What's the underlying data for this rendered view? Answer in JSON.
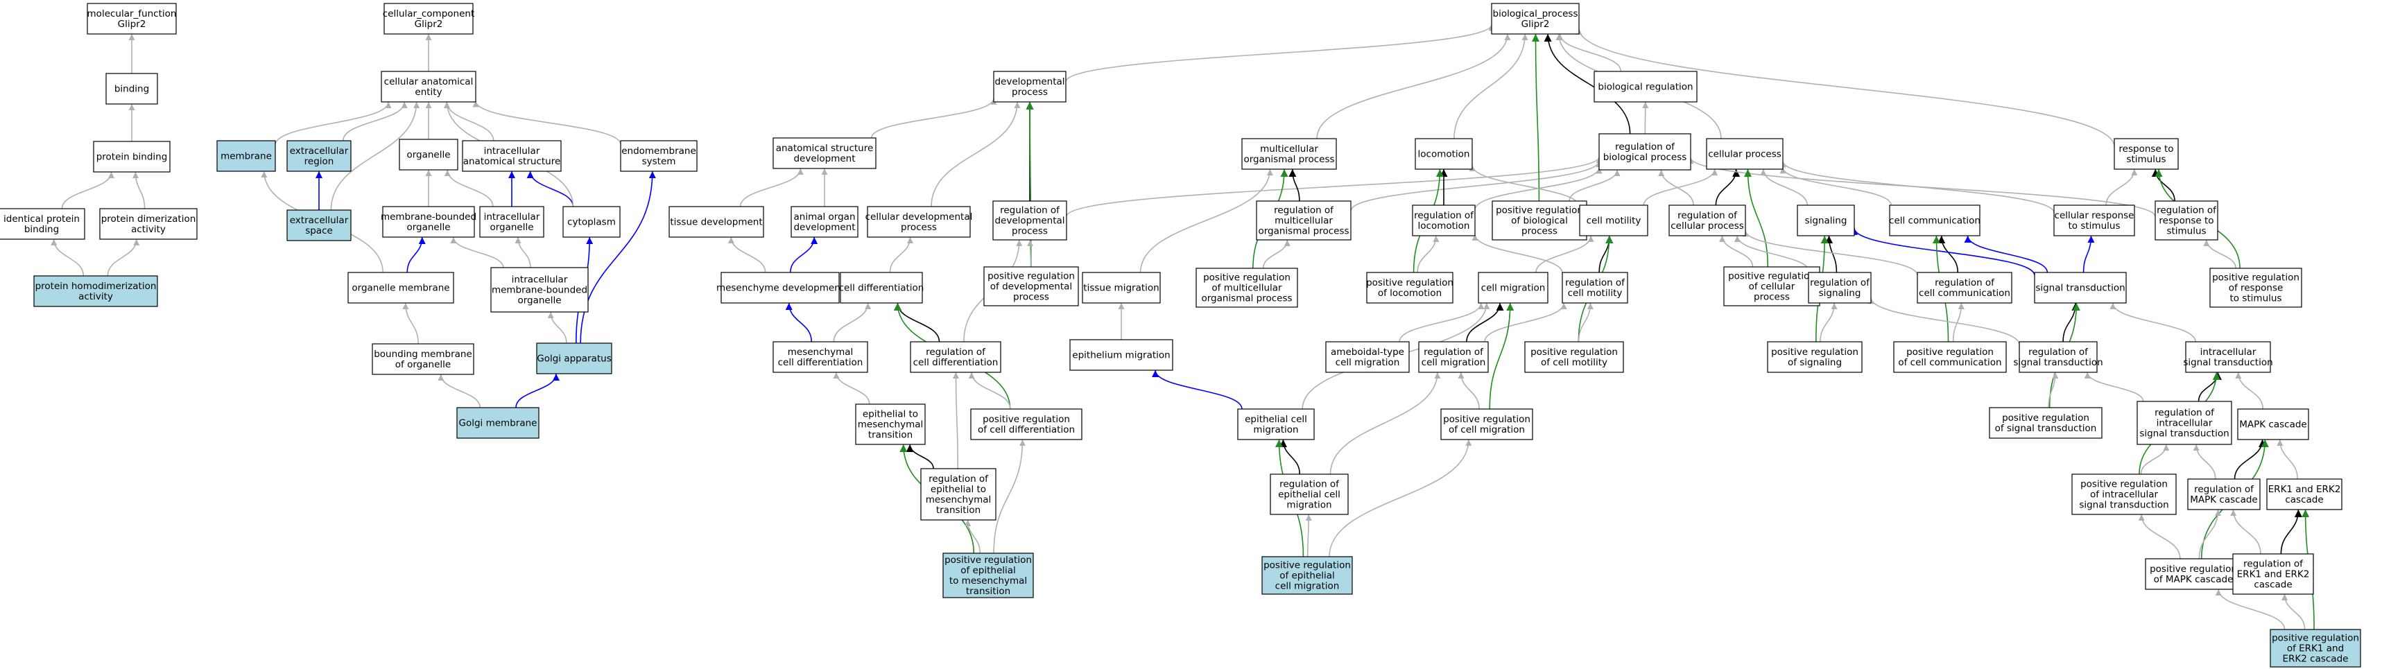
{
  "colors": {
    "default_fill": "#ffffff",
    "highlight_fill": "#add8e6",
    "edge_is_a": "#b0b0b0",
    "edge_part_of": "#0000ff",
    "edge_regulates": "#000000",
    "edge_pos_regulates": "#228b22"
  },
  "nodes": [
    {
      "id": "mf",
      "lines": [
        "molecular_function",
        "Glipr2"
      ],
      "hl": false
    },
    {
      "id": "binding",
      "lines": [
        "binding"
      ],
      "hl": false
    },
    {
      "id": "protbind",
      "lines": [
        "protein binding"
      ],
      "hl": false
    },
    {
      "id": "identprot",
      "lines": [
        "identical protein",
        "binding"
      ],
      "hl": false
    },
    {
      "id": "protdimer",
      "lines": [
        "protein dimerization",
        "activity"
      ],
      "hl": false
    },
    {
      "id": "homodimer",
      "lines": [
        "protein homodimerization",
        "activity"
      ],
      "hl": true
    },
    {
      "id": "cc",
      "lines": [
        "cellular_component",
        "Glipr2"
      ],
      "hl": false
    },
    {
      "id": "cae",
      "lines": [
        "cellular anatomical",
        "entity"
      ],
      "hl": false
    },
    {
      "id": "membrane",
      "lines": [
        "membrane"
      ],
      "hl": true
    },
    {
      "id": "extreg",
      "lines": [
        "extracellular",
        "region"
      ],
      "hl": true
    },
    {
      "id": "extspace",
      "lines": [
        "extracellular",
        "space"
      ],
      "hl": true
    },
    {
      "id": "organelle",
      "lines": [
        "organelle"
      ],
      "hl": false
    },
    {
      "id": "ias",
      "lines": [
        "intracellular",
        "anatomical structure"
      ],
      "hl": false
    },
    {
      "id": "endomem",
      "lines": [
        "endomembrane",
        "system"
      ],
      "hl": false
    },
    {
      "id": "mbo",
      "lines": [
        "membrane-bounded",
        "organelle"
      ],
      "hl": false
    },
    {
      "id": "icorg",
      "lines": [
        "intracellular",
        "organelle"
      ],
      "hl": false
    },
    {
      "id": "cytoplasm",
      "lines": [
        "cytoplasm"
      ],
      "hl": false
    },
    {
      "id": "orgmem",
      "lines": [
        "organelle membrane"
      ],
      "hl": false
    },
    {
      "id": "imbo",
      "lines": [
        "intracellular",
        "membrane-bounded",
        "organelle"
      ],
      "hl": false
    },
    {
      "id": "boundmem",
      "lines": [
        "bounding membrane",
        "of organelle"
      ],
      "hl": false
    },
    {
      "id": "golgi",
      "lines": [
        "Golgi apparatus"
      ],
      "hl": true
    },
    {
      "id": "golgimem",
      "lines": [
        "Golgi membrane"
      ],
      "hl": true
    },
    {
      "id": "bp",
      "lines": [
        "biological_process",
        "Glipr2"
      ],
      "hl": false
    },
    {
      "id": "devproc",
      "lines": [
        "developmental",
        "process"
      ],
      "hl": false
    },
    {
      "id": "bioreg",
      "lines": [
        "biological regulation"
      ],
      "hl": false
    },
    {
      "id": "asd",
      "lines": [
        "anatomical structure",
        "development"
      ],
      "hl": false
    },
    {
      "id": "multi",
      "lines": [
        "multicellular",
        "organismal process"
      ],
      "hl": false
    },
    {
      "id": "locomotion",
      "lines": [
        "locomotion"
      ],
      "hl": false
    },
    {
      "id": "regbp",
      "lines": [
        "regulation of",
        "biological process"
      ],
      "hl": false
    },
    {
      "id": "cellproc",
      "lines": [
        "cellular process"
      ],
      "hl": false
    },
    {
      "id": "resp",
      "lines": [
        "response to",
        "stimulus"
      ],
      "hl": false
    },
    {
      "id": "tissuedev",
      "lines": [
        "tissue development"
      ],
      "hl": false
    },
    {
      "id": "aod",
      "lines": [
        "animal organ",
        "development"
      ],
      "hl": false
    },
    {
      "id": "celldevproc",
      "lines": [
        "cellular developmental",
        "process"
      ],
      "hl": false
    },
    {
      "id": "regdev",
      "lines": [
        "regulation of",
        "developmental",
        "process"
      ],
      "hl": false
    },
    {
      "id": "regmulti",
      "lines": [
        "regulation of",
        "multicellular",
        "organismal process"
      ],
      "hl": false
    },
    {
      "id": "regloco",
      "lines": [
        "regulation of",
        "locomotion"
      ],
      "hl": false
    },
    {
      "id": "posregbp",
      "lines": [
        "positive regulation",
        "of biological",
        "process"
      ],
      "hl": false
    },
    {
      "id": "cellmot",
      "lines": [
        "cell motility"
      ],
      "hl": false
    },
    {
      "id": "regcellproc",
      "lines": [
        "regulation of",
        "cellular process"
      ],
      "hl": false
    },
    {
      "id": "signaling",
      "lines": [
        "signaling"
      ],
      "hl": false
    },
    {
      "id": "cellcomm",
      "lines": [
        "cell communication"
      ],
      "hl": false
    },
    {
      "id": "cellresp",
      "lines": [
        "cellular response",
        "to stimulus"
      ],
      "hl": false
    },
    {
      "id": "regresp",
      "lines": [
        "regulation of",
        "response to",
        "stimulus"
      ],
      "hl": false
    },
    {
      "id": "mesdev",
      "lines": [
        "mesenchyme development"
      ],
      "hl": false
    },
    {
      "id": "celldiff",
      "lines": [
        "cell differentiation"
      ],
      "hl": false
    },
    {
      "id": "posregdev",
      "lines": [
        "positive regulation",
        "of developmental",
        "process"
      ],
      "hl": false
    },
    {
      "id": "tissuemig",
      "lines": [
        "tissue migration"
      ],
      "hl": false
    },
    {
      "id": "posregmulti",
      "lines": [
        "positive regulation",
        "of multicellular",
        "organismal process"
      ],
      "hl": false
    },
    {
      "id": "posregloco",
      "lines": [
        "positive regulation",
        "of locomotion"
      ],
      "hl": false
    },
    {
      "id": "cellmig",
      "lines": [
        "cell migration"
      ],
      "hl": false
    },
    {
      "id": "regcellmot",
      "lines": [
        "regulation of",
        "cell motility"
      ],
      "hl": false
    },
    {
      "id": "posregcellproc",
      "lines": [
        "positive regulation",
        "of cellular",
        "process"
      ],
      "hl": false
    },
    {
      "id": "regsig",
      "lines": [
        "regulation of",
        "signaling"
      ],
      "hl": false
    },
    {
      "id": "regcellcomm",
      "lines": [
        "regulation of",
        "cell communication"
      ],
      "hl": false
    },
    {
      "id": "sigtrans",
      "lines": [
        "signal transduction"
      ],
      "hl": false
    },
    {
      "id": "posregresp",
      "lines": [
        "positive regulation",
        "of response",
        "to stimulus"
      ],
      "hl": false
    },
    {
      "id": "mescelldiff",
      "lines": [
        "mesenchymal",
        "cell differentiation"
      ],
      "hl": false
    },
    {
      "id": "regcelldiff",
      "lines": [
        "regulation of",
        "cell differentiation"
      ],
      "hl": false
    },
    {
      "id": "epimig",
      "lines": [
        "epithelium migration"
      ],
      "hl": false
    },
    {
      "id": "amoeboid",
      "lines": [
        "ameboidal-type",
        "cell migration"
      ],
      "hl": false
    },
    {
      "id": "regcellmig",
      "lines": [
        "regulation of",
        "cell migration"
      ],
      "hl": false
    },
    {
      "id": "posregcellmot",
      "lines": [
        "positive regulation",
        "of cell motility"
      ],
      "hl": false
    },
    {
      "id": "posregsig",
      "lines": [
        "positive regulation",
        "of signaling"
      ],
      "hl": false
    },
    {
      "id": "posregcellcomm",
      "lines": [
        "positive regulation",
        "of cell communication"
      ],
      "hl": false
    },
    {
      "id": "regsigtrans",
      "lines": [
        "regulation of",
        "signal transduction"
      ],
      "hl": false
    },
    {
      "id": "icsigtrans",
      "lines": [
        "intracellular",
        "signal transduction"
      ],
      "hl": false
    },
    {
      "id": "emt",
      "lines": [
        "epithelial to",
        "mesenchymal",
        "transition"
      ],
      "hl": false
    },
    {
      "id": "posregcelldiff",
      "lines": [
        "positive regulation",
        "of cell differentiation"
      ],
      "hl": false
    },
    {
      "id": "epicellmig",
      "lines": [
        "epithelial cell",
        "migration"
      ],
      "hl": false
    },
    {
      "id": "posregcellmig",
      "lines": [
        "positive regulation",
        "of cell migration"
      ],
      "hl": false
    },
    {
      "id": "posregsigtrans",
      "lines": [
        "positive regulation",
        "of signal transduction"
      ],
      "hl": false
    },
    {
      "id": "regicsig",
      "lines": [
        "regulation of",
        "intracellular",
        "signal transduction"
      ],
      "hl": false
    },
    {
      "id": "mapk",
      "lines": [
        "MAPK cascade"
      ],
      "hl": false
    },
    {
      "id": "regemt",
      "lines": [
        "regulation of",
        "epithelial to",
        "mesenchymal",
        "transition"
      ],
      "hl": false
    },
    {
      "id": "regepimig",
      "lines": [
        "regulation of",
        "epithelial cell",
        "migration"
      ],
      "hl": false
    },
    {
      "id": "posregicsig",
      "lines": [
        "positive regulation",
        "of intracellular",
        "signal transduction"
      ],
      "hl": false
    },
    {
      "id": "regmapk",
      "lines": [
        "regulation of",
        "MAPK cascade"
      ],
      "hl": false
    },
    {
      "id": "erk",
      "lines": [
        "ERK1 and ERK2",
        "cascade"
      ],
      "hl": false
    },
    {
      "id": "posregemt",
      "lines": [
        "positive regulation",
        "of epithelial",
        "to mesenchymal",
        "transition"
      ],
      "hl": true
    },
    {
      "id": "posregepimig",
      "lines": [
        "positive regulation",
        "of epithelial",
        "cell migration"
      ],
      "hl": true
    },
    {
      "id": "posregmapk",
      "lines": [
        "positive regulation",
        "of MAPK cascade"
      ],
      "hl": false
    },
    {
      "id": "regerk",
      "lines": [
        "regulation of",
        "ERK1 and ERK2",
        "cascade"
      ],
      "hl": false
    },
    {
      "id": "posregerk",
      "lines": [
        "positive regulation",
        "of ERK1 and",
        "ERK2 cascade"
      ],
      "hl": true
    }
  ],
  "edges": [
    [
      "binding",
      "mf",
      "is_a"
    ],
    [
      "protbind",
      "binding",
      "is_a"
    ],
    [
      "identprot",
      "protbind",
      "is_a"
    ],
    [
      "protdimer",
      "protbind",
      "is_a"
    ],
    [
      "homodimer",
      "identprot",
      "is_a"
    ],
    [
      "homodimer",
      "protdimer",
      "is_a"
    ],
    [
      "cae",
      "cc",
      "is_a"
    ],
    [
      "membrane",
      "cae",
      "is_a"
    ],
    [
      "extreg",
      "cae",
      "is_a"
    ],
    [
      "extspace",
      "cae",
      "is_a"
    ],
    [
      "extspace",
      "extreg",
      "part_of"
    ],
    [
      "organelle",
      "cae",
      "is_a"
    ],
    [
      "ias",
      "cae",
      "is_a"
    ],
    [
      "endomem",
      "cae",
      "is_a"
    ],
    [
      "mbo",
      "organelle",
      "is_a"
    ],
    [
      "icorg",
      "organelle",
      "is_a"
    ],
    [
      "icorg",
      "ias",
      "part_of"
    ],
    [
      "cytoplasm",
      "ias",
      "part_of"
    ],
    [
      "cytoplasm",
      "cae",
      "is_a"
    ],
    [
      "orgmem",
      "membrane",
      "is_a"
    ],
    [
      "orgmem",
      "mbo",
      "part_of"
    ],
    [
      "imbo",
      "mbo",
      "is_a"
    ],
    [
      "imbo",
      "icorg",
      "is_a"
    ],
    [
      "boundmem",
      "orgmem",
      "is_a"
    ],
    [
      "golgi",
      "imbo",
      "is_a"
    ],
    [
      "golgi",
      "cytoplasm",
      "part_of"
    ],
    [
      "golgi",
      "endomem",
      "part_of"
    ],
    [
      "golgimem",
      "boundmem",
      "is_a"
    ],
    [
      "golgimem",
      "golgi",
      "part_of"
    ],
    [
      "devproc",
      "bp",
      "is_a"
    ],
    [
      "bioreg",
      "bp",
      "is_a"
    ],
    [
      "multi",
      "bp",
      "is_a"
    ],
    [
      "locomotion",
      "bp",
      "is_a"
    ],
    [
      "regbp",
      "bp",
      "regulates"
    ],
    [
      "regbp",
      "bioreg",
      "is_a"
    ],
    [
      "cellproc",
      "bp",
      "is_a"
    ],
    [
      "resp",
      "bp",
      "is_a"
    ],
    [
      "asd",
      "devproc",
      "is_a"
    ],
    [
      "tissuedev",
      "asd",
      "is_a"
    ],
    [
      "aod",
      "asd",
      "is_a"
    ],
    [
      "celldevproc",
      "devproc",
      "is_a"
    ],
    [
      "regdev",
      "devproc",
      "regulates"
    ],
    [
      "regdev",
      "regbp",
      "is_a"
    ],
    [
      "regmulti",
      "multi",
      "regulates"
    ],
    [
      "regmulti",
      "regbp",
      "is_a"
    ],
    [
      "regloco",
      "locomotion",
      "regulates"
    ],
    [
      "regloco",
      "regbp",
      "is_a"
    ],
    [
      "posregbp",
      "bp",
      "pos_regulates"
    ],
    [
      "posregbp",
      "regbp",
      "is_a"
    ],
    [
      "cellmot",
      "cellproc",
      "is_a"
    ],
    [
      "cellmot",
      "locomotion",
      "is_a"
    ],
    [
      "regcellproc",
      "cellproc",
      "regulates"
    ],
    [
      "regcellproc",
      "regbp",
      "is_a"
    ],
    [
      "signaling",
      "cellproc",
      "is_a"
    ],
    [
      "cellcomm",
      "cellproc",
      "is_a"
    ],
    [
      "cellresp",
      "resp",
      "is_a"
    ],
    [
      "cellresp",
      "cellproc",
      "is_a"
    ],
    [
      "regresp",
      "resp",
      "regulates"
    ],
    [
      "regresp",
      "regbp",
      "is_a"
    ],
    [
      "mesdev",
      "tissuedev",
      "is_a"
    ],
    [
      "mesdev",
      "aod",
      "part_of"
    ],
    [
      "celldiff",
      "celldevproc",
      "is_a"
    ],
    [
      "posregdev",
      "devproc",
      "pos_regulates"
    ],
    [
      "posregdev",
      "regdev",
      "is_a"
    ],
    [
      "tissuemig",
      "multi",
      "is_a"
    ],
    [
      "posregmulti",
      "multi",
      "pos_regulates"
    ],
    [
      "posregmulti",
      "regmulti",
      "is_a"
    ],
    [
      "posregloco",
      "locomotion",
      "pos_regulates"
    ],
    [
      "posregloco",
      "regloco",
      "is_a"
    ],
    [
      "cellmig",
      "cellmot",
      "is_a"
    ],
    [
      "regcellmot",
      "cellmot",
      "regulates"
    ],
    [
      "regcellmot",
      "regloco",
      "is_a"
    ],
    [
      "posregcellproc",
      "cellproc",
      "pos_regulates"
    ],
    [
      "posregcellproc",
      "regcellproc",
      "is_a"
    ],
    [
      "regsig",
      "signaling",
      "regulates"
    ],
    [
      "regsig",
      "regcellproc",
      "is_a"
    ],
    [
      "regcellcomm",
      "cellcomm",
      "regulates"
    ],
    [
      "regcellcomm",
      "regcellproc",
      "is_a"
    ],
    [
      "sigtrans",
      "signaling",
      "part_of"
    ],
    [
      "sigtrans",
      "cellcomm",
      "part_of"
    ],
    [
      "sigtrans",
      "cellresp",
      "part_of"
    ],
    [
      "posregresp",
      "resp",
      "pos_regulates"
    ],
    [
      "posregresp",
      "regresp",
      "is_a"
    ],
    [
      "mescelldiff",
      "mesdev",
      "part_of"
    ],
    [
      "mescelldiff",
      "celldiff",
      "is_a"
    ],
    [
      "regcelldiff",
      "celldiff",
      "regulates"
    ],
    [
      "regcelldiff",
      "regdev",
      "is_a"
    ],
    [
      "epimig",
      "tissuemig",
      "is_a"
    ],
    [
      "amoeboid",
      "cellmig",
      "is_a"
    ],
    [
      "regcellmig",
      "cellmig",
      "regulates"
    ],
    [
      "regcellmig",
      "regcellmot",
      "is_a"
    ],
    [
      "posregcellmot",
      "cellmot",
      "pos_regulates"
    ],
    [
      "posregcellmot",
      "regcellmot",
      "is_a"
    ],
    [
      "posregsig",
      "signaling",
      "pos_regulates"
    ],
    [
      "posregsig",
      "regsig",
      "is_a"
    ],
    [
      "posregcellcomm",
      "cellcomm",
      "pos_regulates"
    ],
    [
      "posregcellcomm",
      "regcellcomm",
      "is_a"
    ],
    [
      "regsigtrans",
      "sigtrans",
      "regulates"
    ],
    [
      "regsigtrans",
      "regsig",
      "is_a"
    ],
    [
      "icsigtrans",
      "sigtrans",
      "is_a"
    ],
    [
      "emt",
      "mescelldiff",
      "is_a"
    ],
    [
      "posregcelldiff",
      "celldiff",
      "pos_regulates"
    ],
    [
      "posregcelldiff",
      "regcelldiff",
      "is_a"
    ],
    [
      "epicellmig",
      "epimig",
      "part_of"
    ],
    [
      "epicellmig",
      "cellmig",
      "is_a"
    ],
    [
      "posregcellmig",
      "cellmig",
      "pos_regulates"
    ],
    [
      "posregcellmig",
      "regcellmig",
      "is_a"
    ],
    [
      "posregsigtrans",
      "sigtrans",
      "pos_regulates"
    ],
    [
      "posregsigtrans",
      "regsigtrans",
      "is_a"
    ],
    [
      "regicsig",
      "icsigtrans",
      "regulates"
    ],
    [
      "regicsig",
      "regsigtrans",
      "is_a"
    ],
    [
      "mapk",
      "icsigtrans",
      "is_a"
    ],
    [
      "regemt",
      "emt",
      "regulates"
    ],
    [
      "regemt",
      "regcelldiff",
      "is_a"
    ],
    [
      "regepimig",
      "epicellmig",
      "regulates"
    ],
    [
      "regepimig",
      "regcellmig",
      "is_a"
    ],
    [
      "posregicsig",
      "icsigtrans",
      "pos_regulates"
    ],
    [
      "posregicsig",
      "regicsig",
      "is_a"
    ],
    [
      "regmapk",
      "mapk",
      "regulates"
    ],
    [
      "regmapk",
      "regicsig",
      "is_a"
    ],
    [
      "erk",
      "mapk",
      "is_a"
    ],
    [
      "posregemt",
      "emt",
      "pos_regulates"
    ],
    [
      "posregemt",
      "regemt",
      "is_a"
    ],
    [
      "posregemt",
      "posregcelldiff",
      "is_a"
    ],
    [
      "posregepimig",
      "epicellmig",
      "pos_regulates"
    ],
    [
      "posregepimig",
      "regepimig",
      "is_a"
    ],
    [
      "posregepimig",
      "posregcellmig",
      "is_a"
    ],
    [
      "posregmapk",
      "mapk",
      "pos_regulates"
    ],
    [
      "posregmapk",
      "regmapk",
      "is_a"
    ],
    [
      "posregmapk",
      "posregicsig",
      "is_a"
    ],
    [
      "regerk",
      "erk",
      "regulates"
    ],
    [
      "regerk",
      "regmapk",
      "is_a"
    ],
    [
      "posregerk",
      "erk",
      "pos_regulates"
    ],
    [
      "posregerk",
      "regerk",
      "is_a"
    ],
    [
      "posregerk",
      "posregmapk",
      "is_a"
    ]
  ]
}
